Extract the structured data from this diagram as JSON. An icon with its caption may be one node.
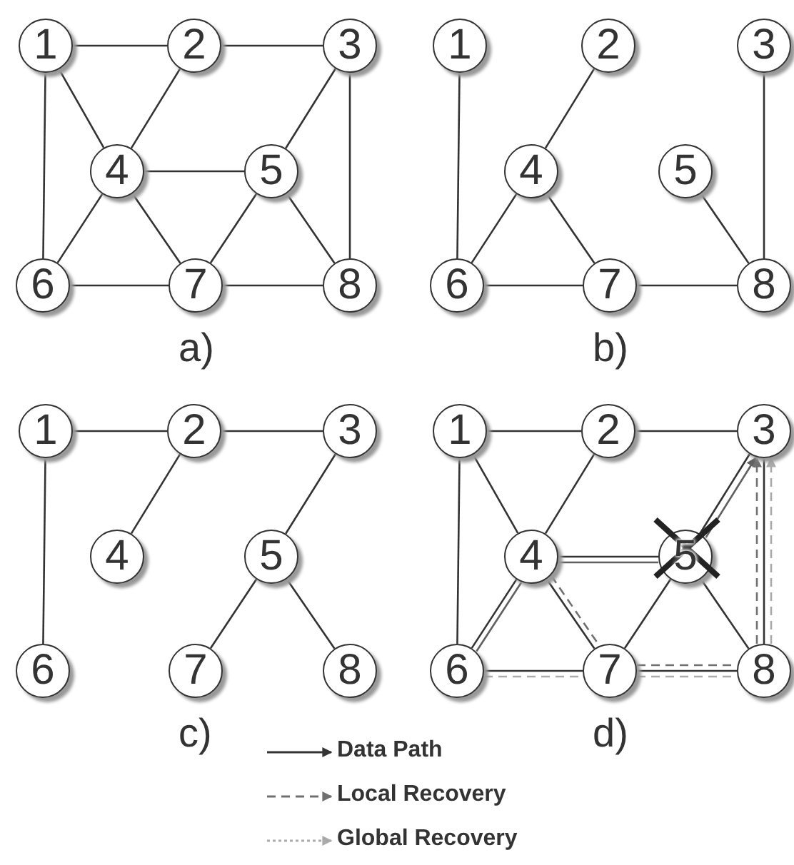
{
  "diagram": {
    "nodes": [
      {
        "text": [
          "1"
        ]
      },
      {
        "text": [
          "2"
        ]
      },
      {
        "text": [
          "3"
        ]
      },
      {
        "text": [
          "4"
        ]
      },
      {
        "text": [
          "5"
        ]
      },
      {
        "text": [
          "6"
        ]
      },
      {
        "text": [
          "7"
        ]
      },
      {
        "text": [
          "8"
        ]
      },
      {
        "text": [
          "1"
        ]
      },
      {
        "text": [
          "2"
        ]
      },
      {
        "text": [
          "3"
        ]
      },
      {
        "text": [
          "4"
        ]
      },
      {
        "text": [
          "5"
        ]
      },
      {
        "text": [
          "6"
        ]
      },
      {
        "text": [
          "7"
        ]
      },
      {
        "text": [
          "8"
        ]
      },
      {
        "text": [
          "1"
        ]
      },
      {
        "text": [
          "2"
        ]
      },
      {
        "text": [
          "3"
        ]
      },
      {
        "text": [
          "4"
        ]
      },
      {
        "text": [
          "5"
        ]
      },
      {
        "text": [
          "6"
        ]
      },
      {
        "text": [
          "7"
        ]
      },
      {
        "text": [
          "8"
        ]
      },
      {
        "text": [
          "1"
        ]
      },
      {
        "text": [
          "2"
        ]
      },
      {
        "text": [
          "3"
        ]
      },
      {
        "text": [
          "4"
        ]
      },
      {
        "text": [
          "5"
        ]
      },
      {
        "text": [
          "6"
        ]
      },
      {
        "text": [
          "7"
        ]
      },
      {
        "text": [
          "8"
        ]
      }
    ],
    "edges": [
      {
        "from": 0,
        "to": 1,
        "arrow": "none"
      },
      {
        "from": 1,
        "to": 2,
        "arrow": "none"
      },
      {
        "from": 0,
        "to": 3,
        "arrow": "none"
      },
      {
        "from": 1,
        "to": 3,
        "arrow": "none"
      },
      {
        "from": 0,
        "to": 5,
        "arrow": "none"
      },
      {
        "from": 3,
        "to": 4,
        "arrow": "none"
      },
      {
        "from": 2,
        "to": 4,
        "arrow": "none"
      },
      {
        "from": 3,
        "to": 5,
        "arrow": "none"
      },
      {
        "from": 3,
        "to": 6,
        "arrow": "none"
      },
      {
        "from": 4,
        "to": 6,
        "arrow": "none"
      },
      {
        "from": 4,
        "to": 7,
        "arrow": "none"
      },
      {
        "from": 2,
        "to": 7,
        "arrow": "none"
      },
      {
        "from": 5,
        "to": 6,
        "arrow": "none"
      },
      {
        "from": 6,
        "to": 7,
        "arrow": "none"
      },
      {
        "from": 8,
        "to": 13,
        "arrow": "none"
      },
      {
        "from": 9,
        "to": 11,
        "arrow": "none"
      },
      {
        "from": 11,
        "to": 13,
        "arrow": "none"
      },
      {
        "from": 11,
        "to": 14,
        "arrow": "none"
      },
      {
        "from": 13,
        "to": 14,
        "arrow": "none"
      },
      {
        "from": 14,
        "to": 15,
        "arrow": "none"
      },
      {
        "from": 10,
        "to": 15,
        "arrow": "none"
      },
      {
        "from": 12,
        "to": 15,
        "arrow": "none"
      },
      {
        "from": 16,
        "to": 17,
        "arrow": "none"
      },
      {
        "from": 17,
        "to": 18,
        "arrow": "none"
      },
      {
        "from": 16,
        "to": 21,
        "arrow": "none"
      },
      {
        "from": 17,
        "to": 19,
        "arrow": "none"
      },
      {
        "from": 18,
        "to": 20,
        "arrow": "none"
      },
      {
        "from": 20,
        "to": 22,
        "arrow": "none"
      },
      {
        "from": 20,
        "to": 23,
        "arrow": "none"
      },
      {
        "from": 24,
        "to": 25,
        "arrow": "none"
      },
      {
        "from": 25,
        "to": 26,
        "arrow": "none"
      },
      {
        "from": 24,
        "to": 27,
        "arrow": "none"
      },
      {
        "from": 25,
        "to": 27,
        "arrow": "none"
      },
      {
        "from": 24,
        "to": 29,
        "arrow": "none"
      },
      {
        "from": 27,
        "to": 28,
        "arrow": "none"
      },
      {
        "from": 26,
        "to": 28,
        "arrow": "none"
      },
      {
        "from": 27,
        "to": 29,
        "arrow": "none"
      },
      {
        "from": 27,
        "to": 30,
        "arrow": "none"
      },
      {
        "from": 28,
        "to": 30,
        "arrow": "none"
      },
      {
        "from": 28,
        "to": 31,
        "arrow": "none"
      },
      {
        "from": 26,
        "to": 31,
        "arrow": "none"
      },
      {
        "from": 29,
        "to": 30,
        "arrow": "none"
      },
      {
        "from": 30,
        "to": 31,
        "arrow": "none"
      },
      {
        "from": 29,
        "to": 27,
        "arrow": "none",
        "color": "#606060"
      },
      {
        "from": 27,
        "to": 28,
        "arrow": "none",
        "color": "#606060"
      },
      {
        "from": 28,
        "to": 26,
        "arrow": "to",
        "color": "#606060"
      },
      {
        "from": 27,
        "to": 30,
        "arrow": "none",
        "style": "dashed",
        "color": "#707070"
      },
      {
        "from": 30,
        "to": 31,
        "arrow": "none",
        "style": "dashed",
        "color": "#707070"
      },
      {
        "from": 31,
        "to": 26,
        "arrow": "to",
        "style": "dashed",
        "color": "#707070"
      },
      {
        "from": 29,
        "to": 30,
        "arrow": "none",
        "style": "dashed",
        "color": "#aaaaaa"
      },
      {
        "from": 30,
        "to": 31,
        "arrow": "none",
        "style": "dashed",
        "color": "#aaaaaa"
      },
      {
        "from": 31,
        "to": 26,
        "arrow": "to",
        "style": "dashed",
        "color": "#aaaaaa"
      }
    ],
    "labels": [
      "a)",
      "b)",
      "c)",
      "d)"
    ],
    "legend": [
      {
        "text": "Data Path"
      },
      {
        "text": "Local Recovery"
      },
      {
        "text": "Global Recovery"
      }
    ]
  }
}
